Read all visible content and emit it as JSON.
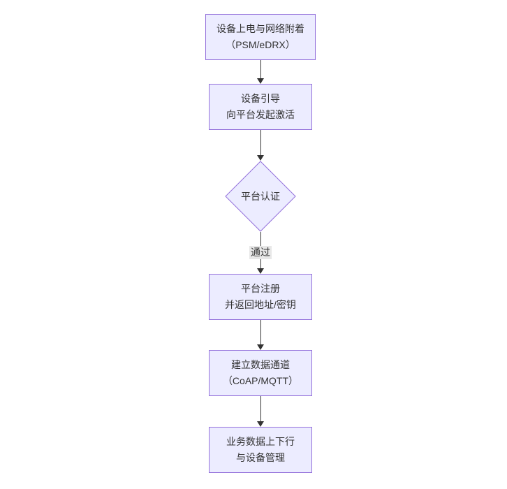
{
  "diagram": {
    "colors": {
      "canvas_bg": "#ffffff",
      "node_fill": "#ECECFF",
      "node_border": "#9370DB",
      "text": "#333333",
      "arrow": "#333333",
      "edge_label_bg": "#e8e8e8"
    },
    "nodes": [
      {
        "id": "power-attach",
        "shape": "rect",
        "lines": [
          "设备上电与网络附着",
          "（PSM/eDRX）"
        ]
      },
      {
        "id": "bootstrap-activate",
        "shape": "rect",
        "lines": [
          "设备引导",
          "向平台发起激活"
        ]
      },
      {
        "id": "platform-auth",
        "shape": "diamond",
        "lines": [
          "平台认证"
        ]
      },
      {
        "id": "platform-register",
        "shape": "rect",
        "lines": [
          "平台注册",
          "并返回地址/密钥"
        ]
      },
      {
        "id": "data-channel",
        "shape": "rect",
        "lines": [
          "建立数据通道",
          "（CoAP/MQTT）"
        ]
      },
      {
        "id": "business-data",
        "shape": "rect",
        "lines": [
          "业务数据上下行",
          "与设备管理"
        ]
      }
    ],
    "edges": [
      {
        "from": "power-attach",
        "to": "bootstrap-activate"
      },
      {
        "from": "bootstrap-activate",
        "to": "platform-auth"
      },
      {
        "from": "platform-auth",
        "to": "platform-register",
        "label": "通过"
      },
      {
        "from": "platform-register",
        "to": "data-channel"
      },
      {
        "from": "data-channel",
        "to": "business-data"
      }
    ]
  }
}
